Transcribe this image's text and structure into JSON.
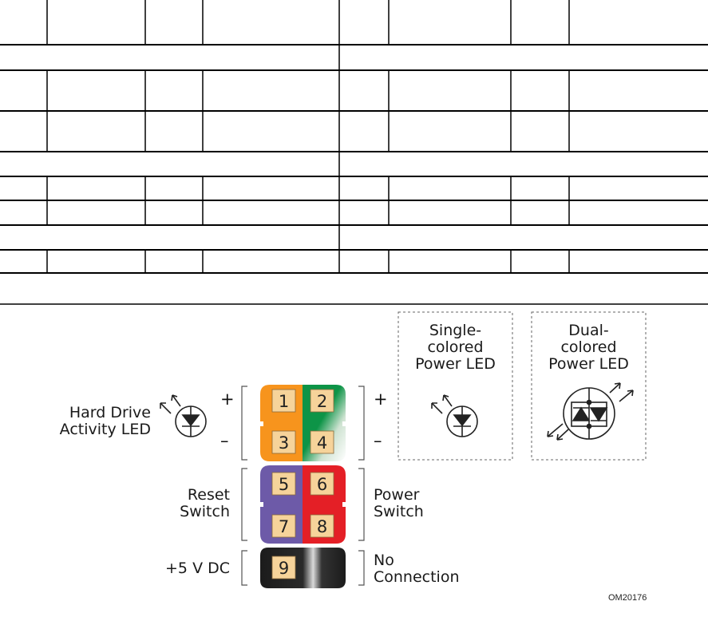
{
  "diagram": {
    "left_labels": {
      "hdd_led": [
        "Hard Drive",
        "Activity LED"
      ],
      "reset": [
        "Reset",
        "Switch"
      ],
      "vdc": "+5 V DC"
    },
    "right_labels": {
      "power": [
        "Power",
        "Switch"
      ],
      "no_conn": [
        "No",
        "Connection"
      ]
    },
    "signs": {
      "plus": "+",
      "minus": "–"
    },
    "pins": [
      "1",
      "2",
      "3",
      "4",
      "5",
      "6",
      "7",
      "8",
      "9"
    ],
    "legend": {
      "single": [
        "Single-",
        "colored",
        "Power LED"
      ],
      "dual": [
        "Dual-",
        "colored",
        "Power LED"
      ]
    },
    "figure_id": "OM20176",
    "colors": {
      "orange": "#f7941d",
      "green": "#0d9447",
      "purple": "#6d5aa8",
      "red": "#e41f26",
      "black": "#1b1b1b",
      "pin_face": "#f6d39a"
    }
  }
}
